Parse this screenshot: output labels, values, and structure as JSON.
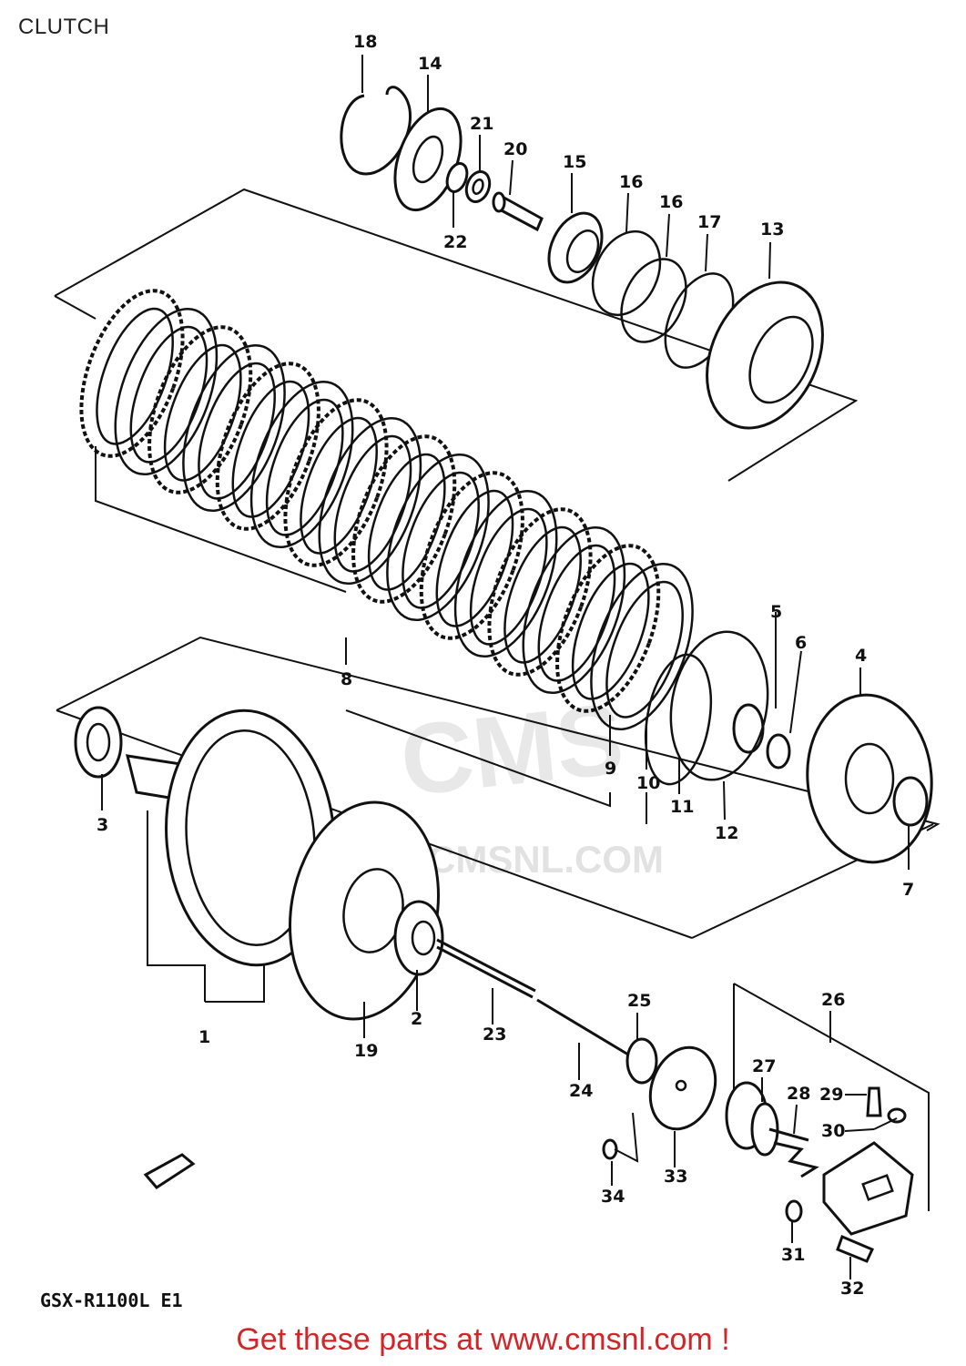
{
  "section_title": "CLUTCH",
  "model_code": "GSX-R1100L E1",
  "footer_link_text": "Get these parts at www.cmsnl.com !",
  "watermark": {
    "logo": "CMS",
    "text": "CMSNL.COM"
  },
  "colors": {
    "footer": "#d0262a",
    "line": "#111111"
  },
  "callouts": [
    {
      "id": "1",
      "label": "1"
    },
    {
      "id": "2",
      "label": "2"
    },
    {
      "id": "3",
      "label": "3"
    },
    {
      "id": "4",
      "label": "4"
    },
    {
      "id": "5",
      "label": "5"
    },
    {
      "id": "6",
      "label": "6"
    },
    {
      "id": "7",
      "label": "7"
    },
    {
      "id": "8",
      "label": "8"
    },
    {
      "id": "9",
      "label": "9"
    },
    {
      "id": "10",
      "label": "10"
    },
    {
      "id": "11",
      "label": "11"
    },
    {
      "id": "12",
      "label": "12"
    },
    {
      "id": "13",
      "label": "13"
    },
    {
      "id": "14",
      "label": "14"
    },
    {
      "id": "15",
      "label": "15"
    },
    {
      "id": "16a",
      "label": "16"
    },
    {
      "id": "16b",
      "label": "16"
    },
    {
      "id": "17",
      "label": "17"
    },
    {
      "id": "18",
      "label": "18"
    },
    {
      "id": "19",
      "label": "19"
    },
    {
      "id": "20",
      "label": "20"
    },
    {
      "id": "21",
      "label": "21"
    },
    {
      "id": "22",
      "label": "22"
    },
    {
      "id": "23",
      "label": "23"
    },
    {
      "id": "24",
      "label": "24"
    },
    {
      "id": "25",
      "label": "25"
    },
    {
      "id": "26",
      "label": "26"
    },
    {
      "id": "27",
      "label": "27"
    },
    {
      "id": "28",
      "label": "28"
    },
    {
      "id": "29",
      "label": "29"
    },
    {
      "id": "30",
      "label": "30"
    },
    {
      "id": "31",
      "label": "31"
    },
    {
      "id": "32",
      "label": "32"
    },
    {
      "id": "33",
      "label": "33"
    },
    {
      "id": "34",
      "label": "34"
    }
  ]
}
